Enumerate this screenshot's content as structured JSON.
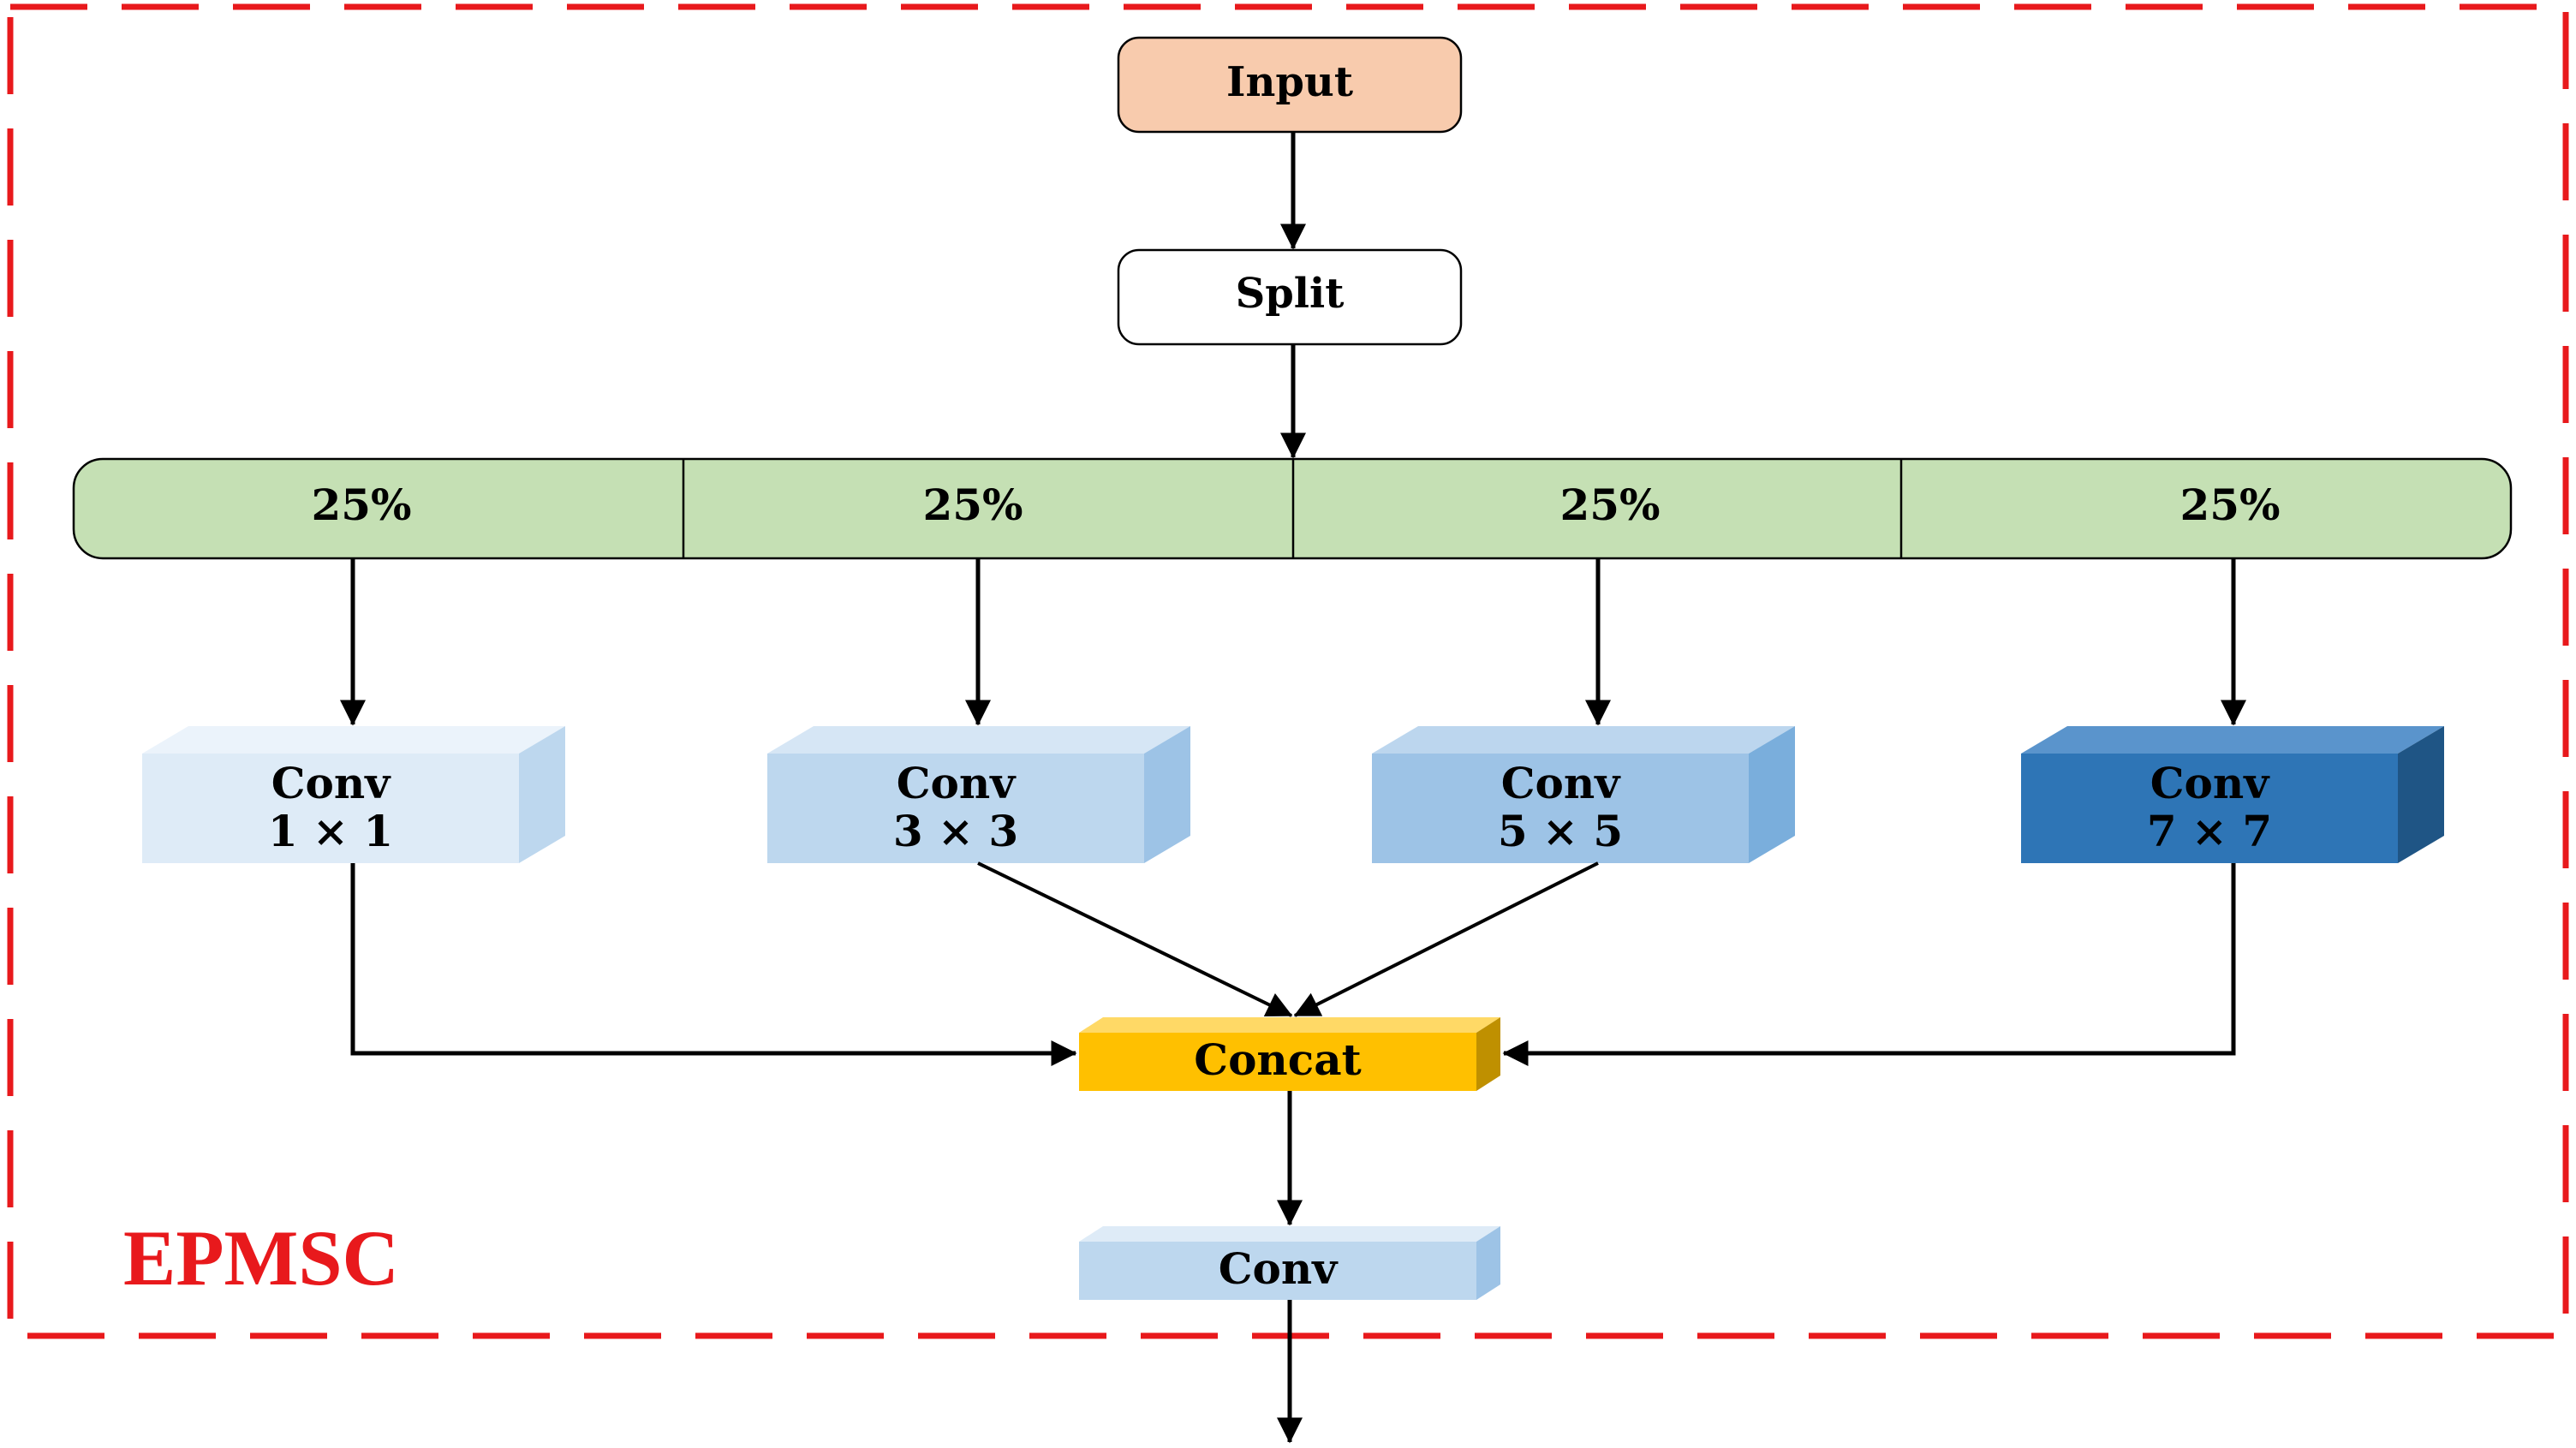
{
  "module_name": "EPMSC",
  "nodes": {
    "input": "Input",
    "split": "Split",
    "splits": [
      "25%",
      "25%",
      "25%",
      "25%"
    ],
    "convs": [
      {
        "line1": "Conv",
        "line2": "1 × 1"
      },
      {
        "line1": "Conv",
        "line2": "3 × 3"
      },
      {
        "line1": "Conv",
        "line2": "5 × 5"
      },
      {
        "line1": "Conv",
        "line2": "7 × 7"
      }
    ],
    "concat": "Concat",
    "final_conv": "Conv"
  },
  "colors": {
    "border_dash": "#e8191c",
    "module_name": "#e8191c",
    "input_fill": "#f8cbad",
    "split_bar_fill": "#c5e0b4",
    "conv1_fill": "#deebf7",
    "conv3_fill": "#bdd7ee",
    "conv5_fill": "#9dc3e6",
    "conv7_fill": "#2e75b6",
    "concat_fill": "#ffc000",
    "final_conv_fill": "#bdd7ee"
  }
}
